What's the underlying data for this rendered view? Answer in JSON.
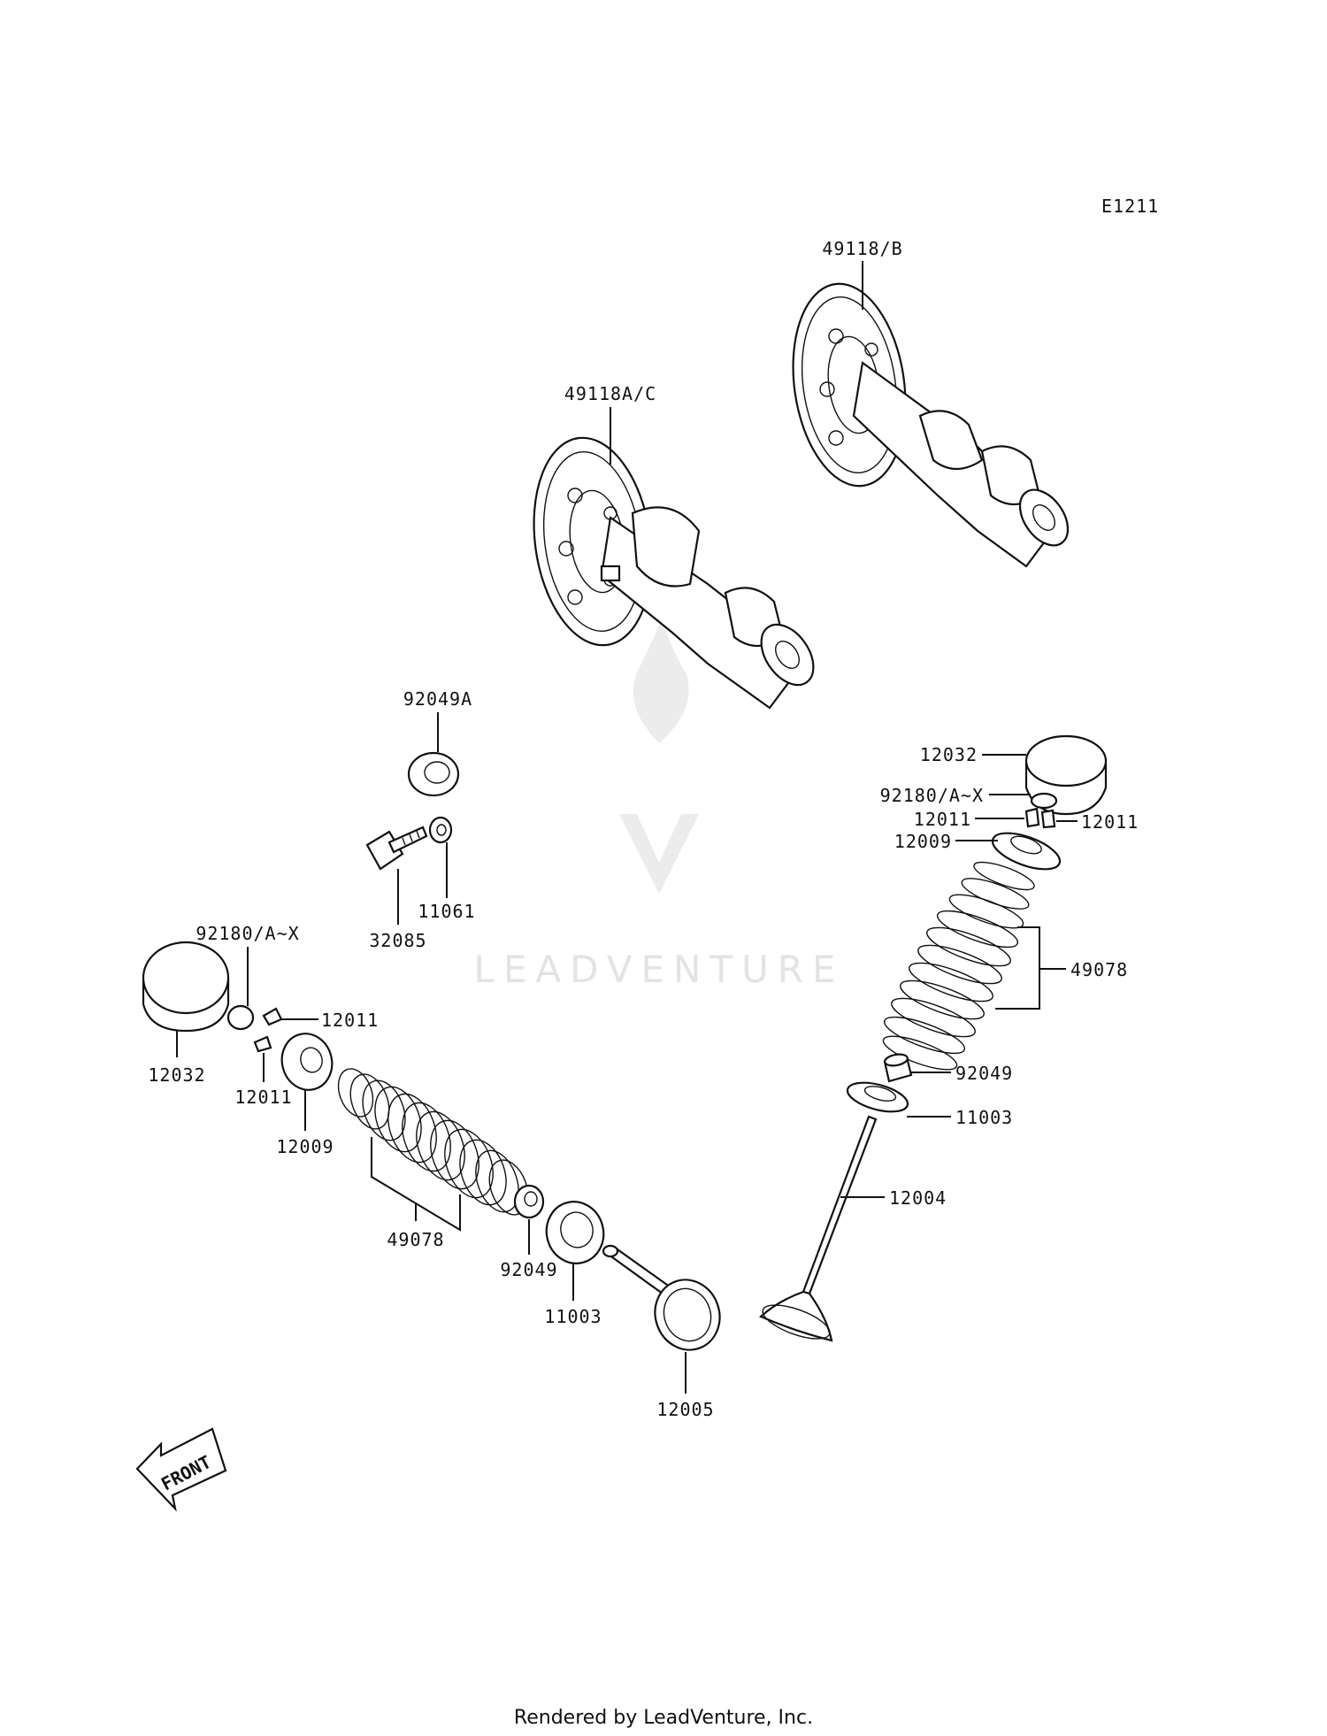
{
  "diagram_id": "E1211",
  "watermark": "LEADVENTURE",
  "footer": "Rendered by LeadVenture, Inc.",
  "front_label": "FRONT",
  "callouts": {
    "c_49118B": "49118/B",
    "c_49118AC": "49118A/C",
    "c_92049A": "92049A",
    "c_32085": "32085",
    "c_11061": "11061",
    "c_12032_r": "12032",
    "c_92180_r": "92180/A~X",
    "c_12011_r1": "12011",
    "c_12011_r2": "12011",
    "c_12009_r": "12009",
    "c_49078_r": "49078",
    "c_92049_r": "92049",
    "c_11003_r": "11003",
    "c_12004": "12004",
    "c_92180_l": "92180/A~X",
    "c_12032_l": "12032",
    "c_12011_l1": "12011",
    "c_12011_l2": "12011",
    "c_12009_l": "12009",
    "c_49078_l": "49078",
    "c_92049_l": "92049",
    "c_11003_l": "11003",
    "c_12005": "12005"
  }
}
